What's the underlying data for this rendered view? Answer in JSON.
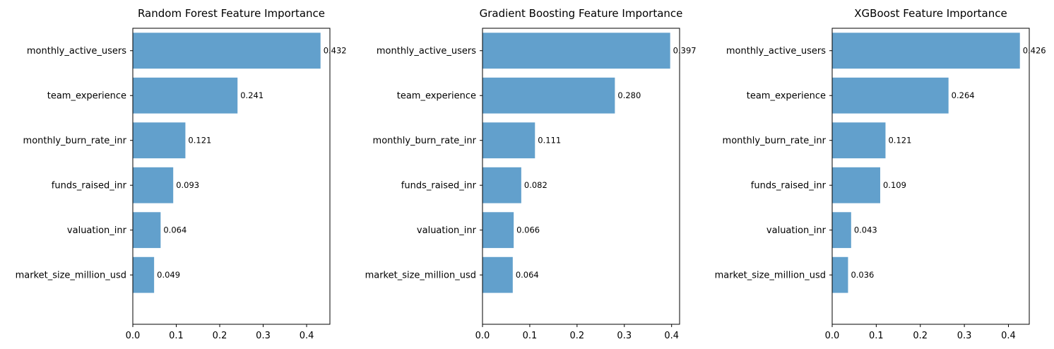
{
  "chart_data": [
    {
      "type": "bar",
      "orientation": "horizontal",
      "title": "Random Forest Feature Importance",
      "categories": [
        "monthly_active_users",
        "team_experience",
        "monthly_burn_rate_inr",
        "funds_raised_inr",
        "valuation_inr",
        "market_size_million_usd"
      ],
      "values": [
        0.432,
        0.241,
        0.121,
        0.093,
        0.064,
        0.049
      ],
      "data_labels": [
        "0.432",
        "0.241",
        "0.121",
        "0.093",
        "0.064",
        "0.049"
      ],
      "xlim": [
        0,
        0.4536
      ],
      "xticks": [
        0.0,
        0.1,
        0.2,
        0.3,
        0.4
      ],
      "xtick_labels": [
        "0.0",
        "0.1",
        "0.2",
        "0.3",
        "0.4"
      ],
      "grid": false,
      "color": "#62a0cc"
    },
    {
      "type": "bar",
      "orientation": "horizontal",
      "title": "Gradient Boosting Feature Importance",
      "categories": [
        "monthly_active_users",
        "team_experience",
        "monthly_burn_rate_inr",
        "funds_raised_inr",
        "valuation_inr",
        "market_size_million_usd"
      ],
      "values": [
        0.397,
        0.28,
        0.111,
        0.082,
        0.066,
        0.064
      ],
      "data_labels": [
        "0.397",
        "0.280",
        "0.111",
        "0.082",
        "0.066",
        "0.064"
      ],
      "xlim": [
        0,
        0.4169
      ],
      "xticks": [
        0.0,
        0.1,
        0.2,
        0.3,
        0.4
      ],
      "xtick_labels": [
        "0.0",
        "0.1",
        "0.2",
        "0.3",
        "0.4"
      ],
      "grid": false,
      "color": "#62a0cc"
    },
    {
      "type": "bar",
      "orientation": "horizontal",
      "title": "XGBoost Feature Importance",
      "categories": [
        "monthly_active_users",
        "team_experience",
        "monthly_burn_rate_inr",
        "funds_raised_inr",
        "valuation_inr",
        "market_size_million_usd"
      ],
      "values": [
        0.426,
        0.264,
        0.121,
        0.109,
        0.043,
        0.036
      ],
      "data_labels": [
        "0.426",
        "0.264",
        "0.121",
        "0.109",
        "0.043",
        "0.036"
      ],
      "xlim": [
        0,
        0.4473
      ],
      "xticks": [
        0.0,
        0.1,
        0.2,
        0.3,
        0.4
      ],
      "xtick_labels": [
        "0.0",
        "0.1",
        "0.2",
        "0.3",
        "0.4"
      ],
      "grid": false,
      "color": "#62a0cc"
    }
  ]
}
